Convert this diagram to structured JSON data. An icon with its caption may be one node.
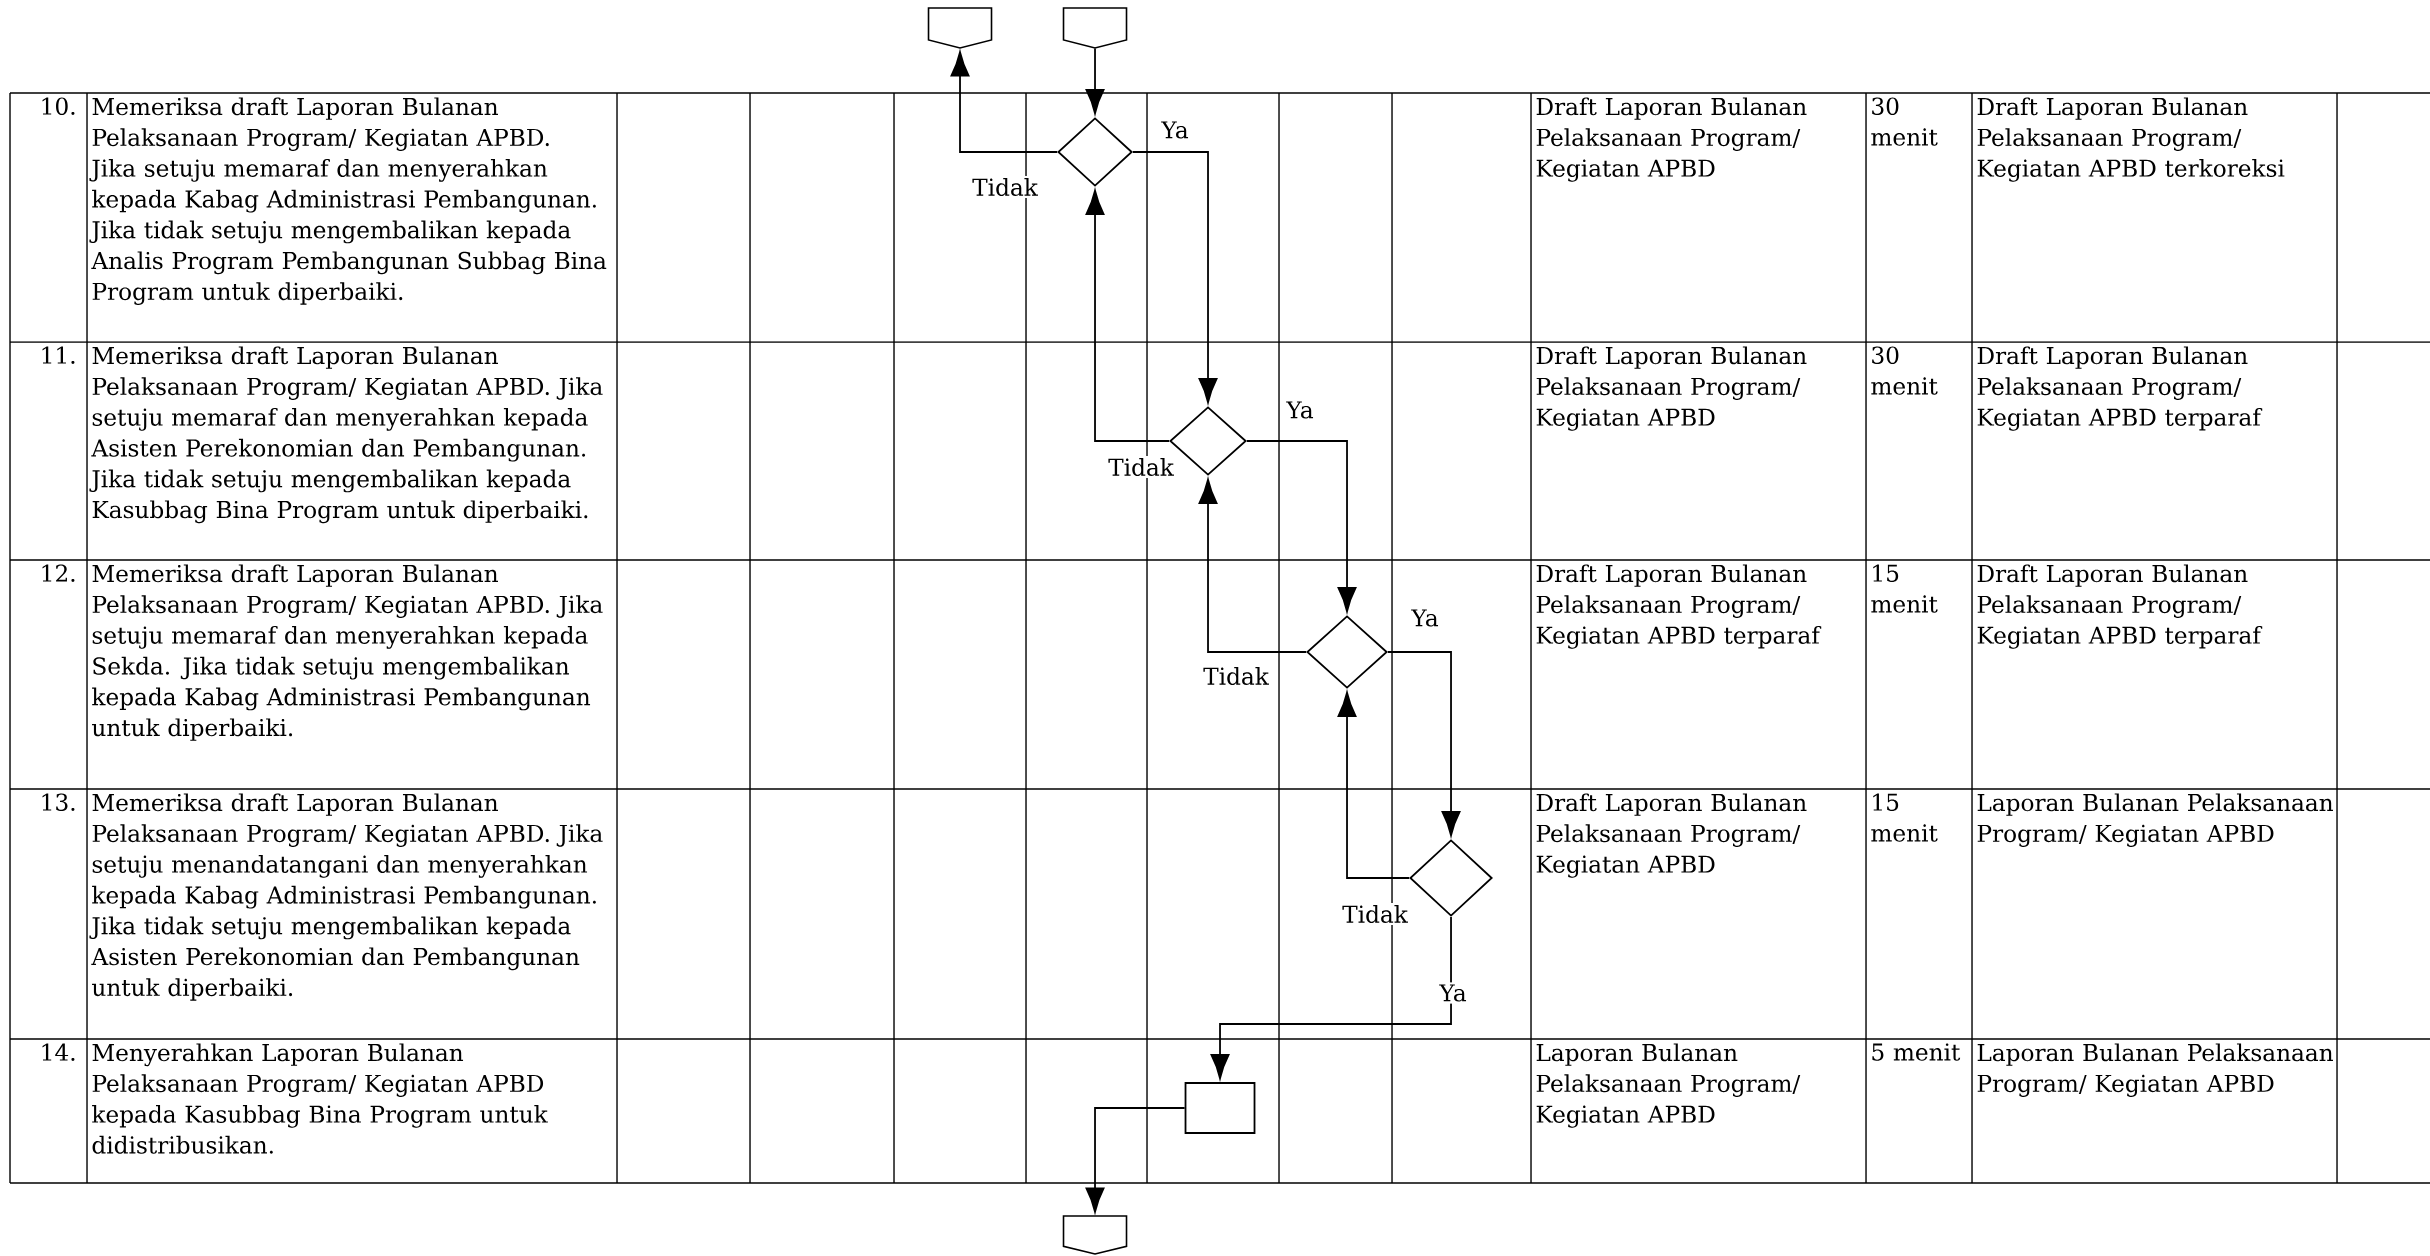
{
  "diagram": {
    "nodes": [
      {
        "text": [],
        "shape": "pentagon"
      },
      {
        "text": [],
        "shape": "pentagon"
      },
      {
        "text": [],
        "shape": "diamond"
      },
      {
        "text": [],
        "shape": "diamond"
      },
      {
        "text": [],
        "shape": "diamond"
      },
      {
        "text": [],
        "shape": "diamond"
      },
      {
        "text": [],
        "shape": "box"
      },
      {
        "text": [],
        "shape": "pentagon"
      }
    ],
    "edges": [
      {
        "from": 1,
        "to": 2,
        "arrow": "to"
      },
      {
        "from": 2,
        "to": 0,
        "arrow": "to",
        "label": "Tidak"
      },
      {
        "from": 2,
        "to": 3,
        "arrow": "to",
        "label": "Ya"
      },
      {
        "from": 3,
        "to": 2,
        "arrow": "to",
        "label": "Tidak"
      },
      {
        "from": 3,
        "to": 4,
        "arrow": "to",
        "label": "Ya"
      },
      {
        "from": 4,
        "to": 3,
        "arrow": "to",
        "label": "Tidak"
      },
      {
        "from": 4,
        "to": 5,
        "arrow": "to",
        "label": "Ya"
      },
      {
        "from": 5,
        "to": 4,
        "arrow": "to",
        "label": "Tidak"
      },
      {
        "from": 5,
        "to": 6,
        "arrow": "to",
        "label": "Ya"
      },
      {
        "from": 6,
        "to": 7,
        "arrow": "to"
      }
    ],
    "labels": [
      "10.",
      "Memeriksa draft Laporan Bulanan Pelaksanaan Program/ Kegiatan APBD. Jika setuju memaraf dan menyerahkan kepada Kabag Administrasi Pembangunan. Jika tidak setuju mengembalikan kepada Analis Program Pembangunan Subbag Bina Program untuk diperbaiki.",
      "Draft Laporan Bulanan Pelaksanaan Program/ Kegiatan APBD",
      "30 menit",
      "Draft Laporan Bulanan Pelaksanaan Program/ Kegiatan APBD terkoreksi",
      "11.",
      "Memeriksa draft Laporan Bulanan Pelaksanaan Program/ Kegiatan APBD. Jika setuju memaraf dan menyerahkan kepada Asisten Perekonomian dan Pembangunan. Jika tidak setuju mengembalikan kepada Kasubbag Bina Program untuk diperbaiki.",
      "Draft Laporan Bulanan Pelaksanaan Program/ Kegiatan APBD",
      "30 menit",
      "Draft Laporan Bulanan Pelaksanaan Program/ Kegiatan APBD terparaf",
      "12.",
      "Memeriksa draft Laporan Bulanan Pelaksanaan Program/ Kegiatan APBD. Jika setuju memaraf dan menyerahkan kepada Sekda. Jika tidak setuju mengembalikan kepada Kabag Administrasi Pembangunan untuk diperbaiki.",
      "Draft Laporan Bulanan Pelaksanaan Program/ Kegiatan APBD terparaf",
      "15 menit",
      "Draft Laporan Bulanan Pelaksanaan Program/ Kegiatan APBD terparaf",
      "13.",
      "Memeriksa draft Laporan Bulanan Pelaksanaan Program/ Kegiatan APBD. Jika setuju menandatangani dan menyerahkan kepada Kabag Administrasi Pembangunan. Jika tidak setuju mengembalikan kepada Asisten Perekonomian dan Pembangunan untuk diperbaiki.",
      "Draft Laporan Bulanan Pelaksanaan Program/ Kegiatan APBD",
      "15 menit",
      "Laporan Bulanan Pelaksanaan Program/ Kegiatan APBD",
      "14.",
      "Menyerahkan Laporan Bulanan Pelaksanaan Program/ Kegiatan APBD kepada Kasubbag Bina Program untuk didistribusikan.",
      "Laporan Bulanan Pelaksanaan Program/ Kegiatan APBD",
      "5 menit",
      "Laporan Bulanan Pelaksanaan Program/ Kegiatan APBD"
    ]
  }
}
